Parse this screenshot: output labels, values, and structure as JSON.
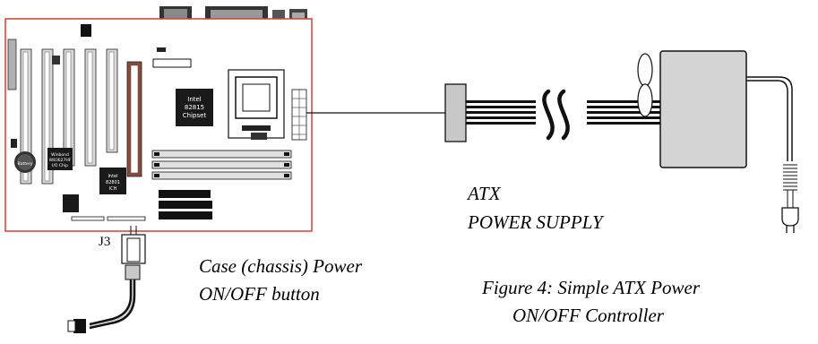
{
  "labels": {
    "atx_line1": "ATX",
    "atx_line2": "POWER SUPPLY",
    "case_line1": "Case (chassis) Power",
    "case_line2": "ON/OFF button",
    "figure_line1": "Figure 4: Simple ATX Power",
    "figure_line2": "ON/OFF Controller",
    "connector_j3": "J3"
  },
  "chip_labels": {
    "chipset": [
      "Intel",
      "82815",
      "Chipset"
    ],
    "ich": [
      "Intel",
      "82801",
      "ICH"
    ],
    "io_chip": [
      "Winbond",
      "W83627HF",
      "I/O Chip"
    ],
    "battery": "Battery"
  },
  "colors": {
    "board_outline": "#d2412e",
    "lines": "#000000",
    "chips": "#1a1a1a",
    "slot_fill": "#d9d9d9",
    "connector_gray": "#c8c8c8",
    "psu_fill": "#d4d4d4"
  }
}
